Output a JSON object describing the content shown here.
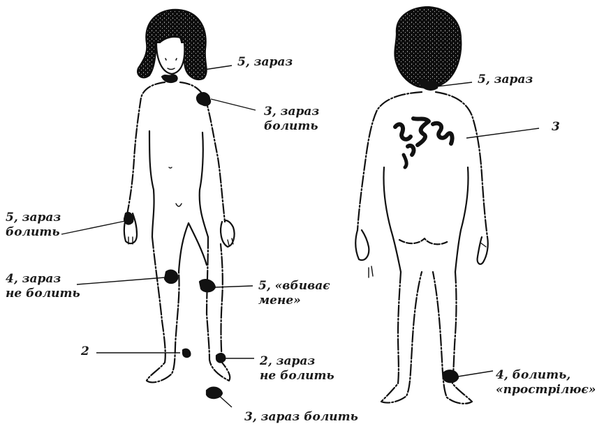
{
  "colors": {
    "ink": "#111111",
    "hair": "#0d0d0d",
    "background": "#ffffff"
  },
  "front_labels": {
    "neck": [
      "5, зараз"
    ],
    "shoulder": [
      "3, зараз",
      "болить"
    ],
    "hand": [
      "5, зараз",
      "болить"
    ],
    "thigh": [
      "4, зараз",
      "не болить"
    ],
    "knee": [
      "5, «вбиває",
      "мене»"
    ],
    "shin": [
      "2"
    ],
    "ankle": [
      "2, зараз",
      "не болить"
    ],
    "foot": [
      "3, зараз болить"
    ]
  },
  "back_labels": {
    "neck": [
      "5, зараз"
    ],
    "back": [
      "3"
    ],
    "ankle": [
      "4, болить,",
      "«прострілює»"
    ]
  }
}
